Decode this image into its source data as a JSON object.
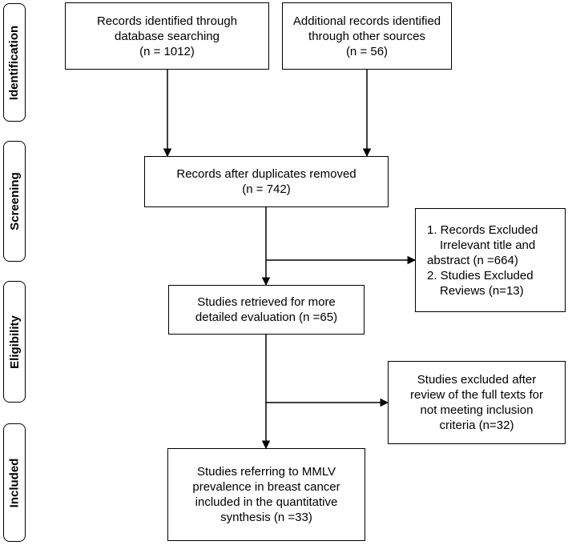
{
  "phases": {
    "identification": "Identification",
    "screening": "Screening",
    "eligibility": "Eligibility",
    "included": "Included"
  },
  "boxes": {
    "database_search": [
      "Records identified through",
      "database searching",
      "(n = 1012)"
    ],
    "other_sources": [
      "Additional records identified",
      "through other sources",
      "(n = 56)"
    ],
    "after_duplicates": [
      "Records after duplicates removed",
      "(n = 742)"
    ],
    "excluded_screening": [
      "1. Records Excluded",
      "Irrelevant title and",
      "abstract (n =664)",
      "2. Studies Excluded",
      "Reviews (n=13)"
    ],
    "retrieved": [
      "Studies retrieved for more",
      "detailed evaluation (n =65)"
    ],
    "excluded_fulltext": [
      "Studies excluded after",
      "review of the full texts for",
      "not meeting inclusion",
      "criteria (n=32)"
    ],
    "included": [
      "Studies referring to MMLV",
      "prevalence in breast cancer",
      "included in the quantitative",
      "synthesis (n =33)"
    ]
  },
  "colors": {
    "stroke": "#000000",
    "background": "#ffffff"
  }
}
